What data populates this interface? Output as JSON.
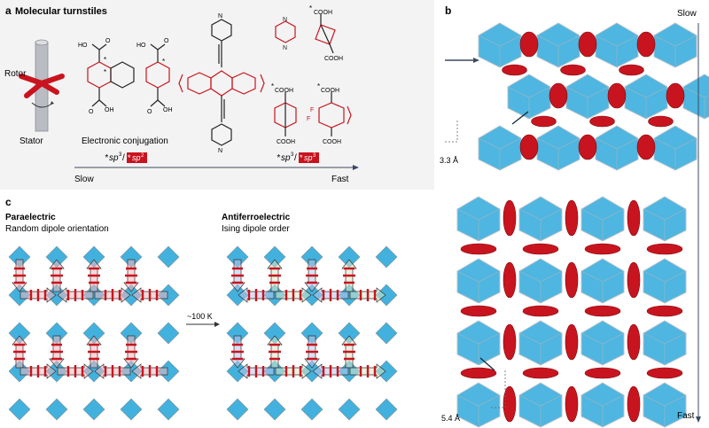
{
  "panel_a": {
    "letter": "a",
    "title": "Molecular turnstiles",
    "rotor_label": "Rotor",
    "stator_label": "Stator",
    "conjugation_label": "Electronic conjugation",
    "star": "*",
    "hybrid_left_plain": "sp",
    "hybrid_left_plain_sup": "3",
    "hybrid_left_box": "sp",
    "hybrid_left_box_sup": "2",
    "hybrid_right_plain": "sp",
    "hybrid_right_plain_sup": "3",
    "hybrid_right_box": "sp",
    "hybrid_right_box_sup": "3",
    "slow_label": "Slow",
    "fast_label": "Fast",
    "ho": "HO",
    "oh": "OH",
    "o": "O",
    "cooh": "COOH",
    "f": "F",
    "n": "N",
    "accent_color": "#c8141e"
  },
  "panel_b": {
    "letter": "b",
    "slow_label": "Slow",
    "fast_label": "Fast",
    "dist_top": "3.3 Å",
    "dist_bottom": "5.4 Å",
    "cube_color": "#22a4d8",
    "rotor_color": "#c8141e"
  },
  "panel_c": {
    "letter": "c",
    "left_title": "Paraelectric",
    "left_subtitle": "Random dipole orientation",
    "right_title": "Antiferroelectric",
    "right_subtitle": "Ising dipole order",
    "transition_label": "~100 K"
  }
}
